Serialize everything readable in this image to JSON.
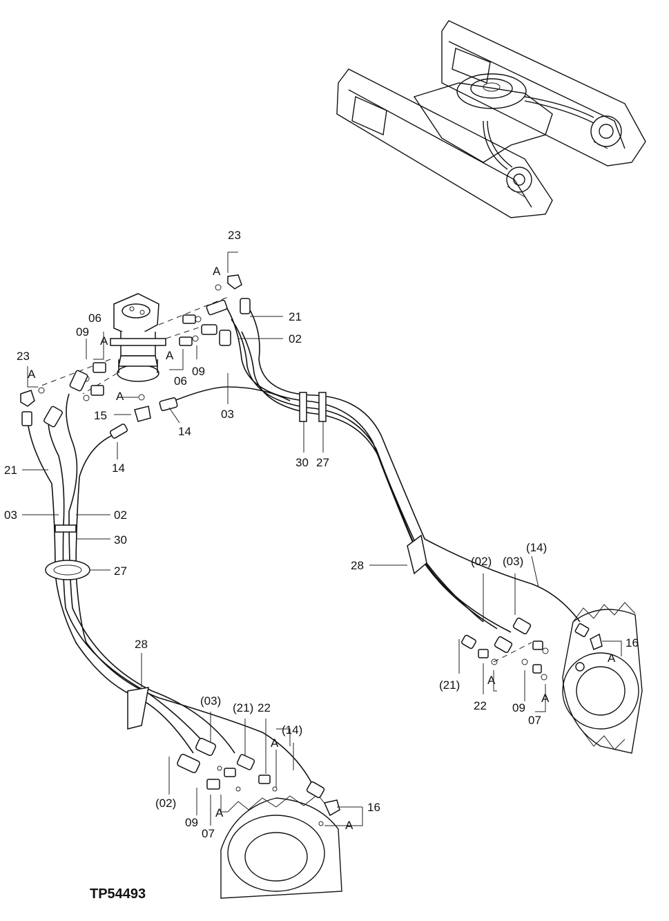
{
  "drawing_ref": "TP54493",
  "callouts": {
    "c23_top": "23",
    "c23_left": "23",
    "c21_top": "21",
    "c21_left": "21",
    "c02_top": "02",
    "c02_left": "02",
    "c03_top": "03",
    "c03_left": "03",
    "c06_a": "06",
    "c06_b": "06",
    "c09_a": "09",
    "c09_b": "09",
    "c15": "15",
    "c14_a": "14",
    "c14_b": "14",
    "c30_a": "30",
    "c30_b": "30",
    "c27_a": "27",
    "c27_b": "27",
    "c28_a": "28",
    "c28_b": "28",
    "r02": "(02)",
    "r03": "(03)",
    "r14": "(14)",
    "r21": "(21)",
    "c16_r": "16",
    "c22_r": "22",
    "c09_r": "09",
    "c07_r": "07",
    "l03": "(03)",
    "l21": "(21)",
    "l22": "22",
    "l14": "(14)",
    "l02": "(02)",
    "l09": "09",
    "l07": "07",
    "l16": "16",
    "a": "A"
  }
}
